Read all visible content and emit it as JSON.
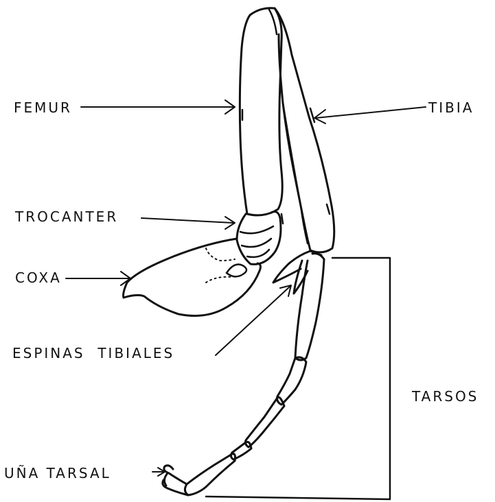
{
  "labels": {
    "femur": "FEMUR",
    "tibia": "TIBIA",
    "trocanter": "TROCANTER",
    "coxa": "COXA",
    "espinas_tibiales": "ESPINAS  TIBIALES",
    "tarsos": "TARSOS",
    "una_tarsal": "UÑA TARSAL"
  },
  "colors": {
    "ink": "#111111",
    "background": "#ffffff"
  }
}
